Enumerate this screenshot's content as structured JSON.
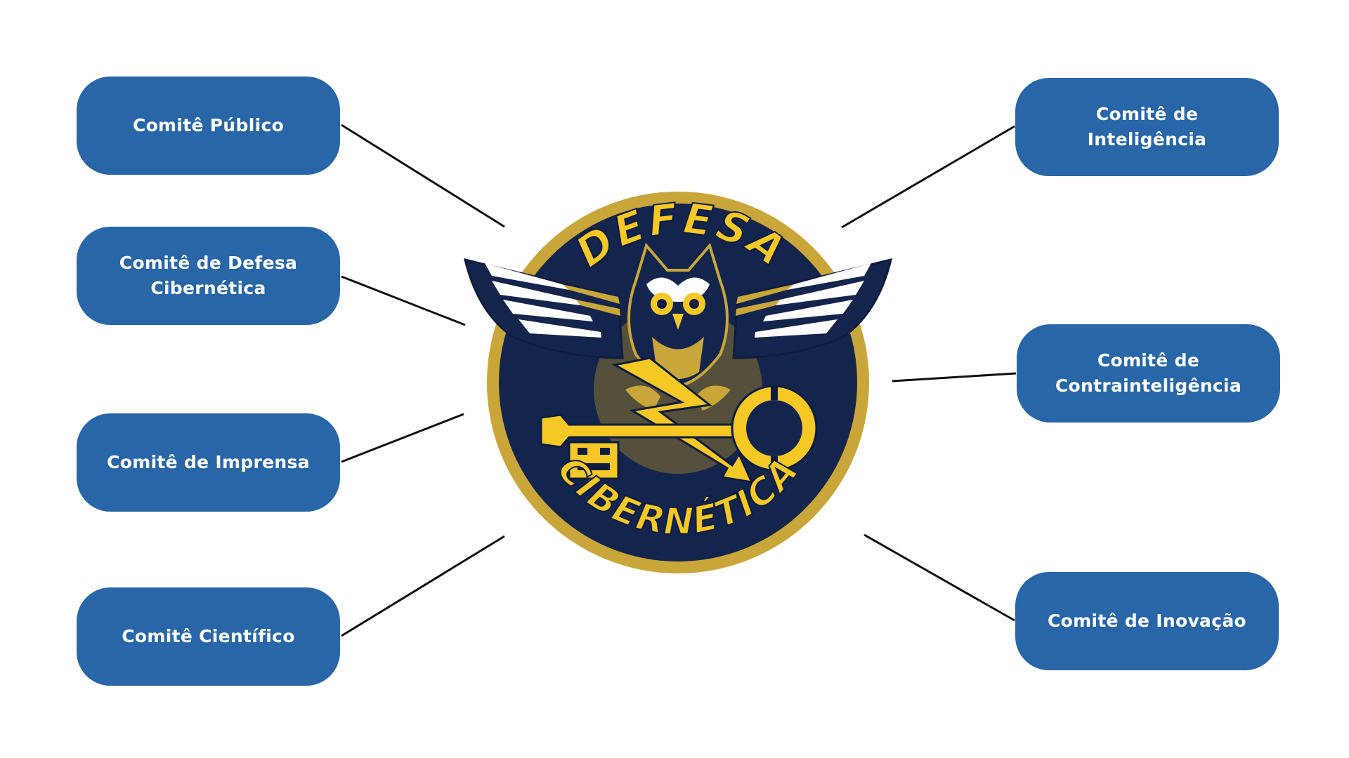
{
  "emblem": {
    "name": "owl-key-lightning-emblem",
    "top_text": "DEFESA",
    "bottom_text": "CIBERNÉTICA",
    "colors": {
      "navy": "#14254d",
      "navy_dark": "#0e1c3d",
      "gold": "#c9a63a",
      "yellow": "#f5c825",
      "white": "#ffffff"
    }
  },
  "nodes": {
    "publico": {
      "label": "Comitê Público"
    },
    "defesa_cibernetica": {
      "label_line1": "Comitê de Defesa",
      "label_line2": "Cibernética"
    },
    "imprensa": {
      "label": "Comitê de Imprensa"
    },
    "cientifico": {
      "label": "Comitê Científico"
    },
    "inteligencia": {
      "label": "Comitê de Inteligência"
    },
    "contrainteligencia": {
      "label_line1": "Comitê de",
      "label_line2": "Contrainteligência"
    },
    "inovacao": {
      "label": "Comitê de Inovação"
    }
  },
  "colors": {
    "node_fill": "#2966a8",
    "node_text": "#ffffff",
    "connector": "#111111"
  }
}
